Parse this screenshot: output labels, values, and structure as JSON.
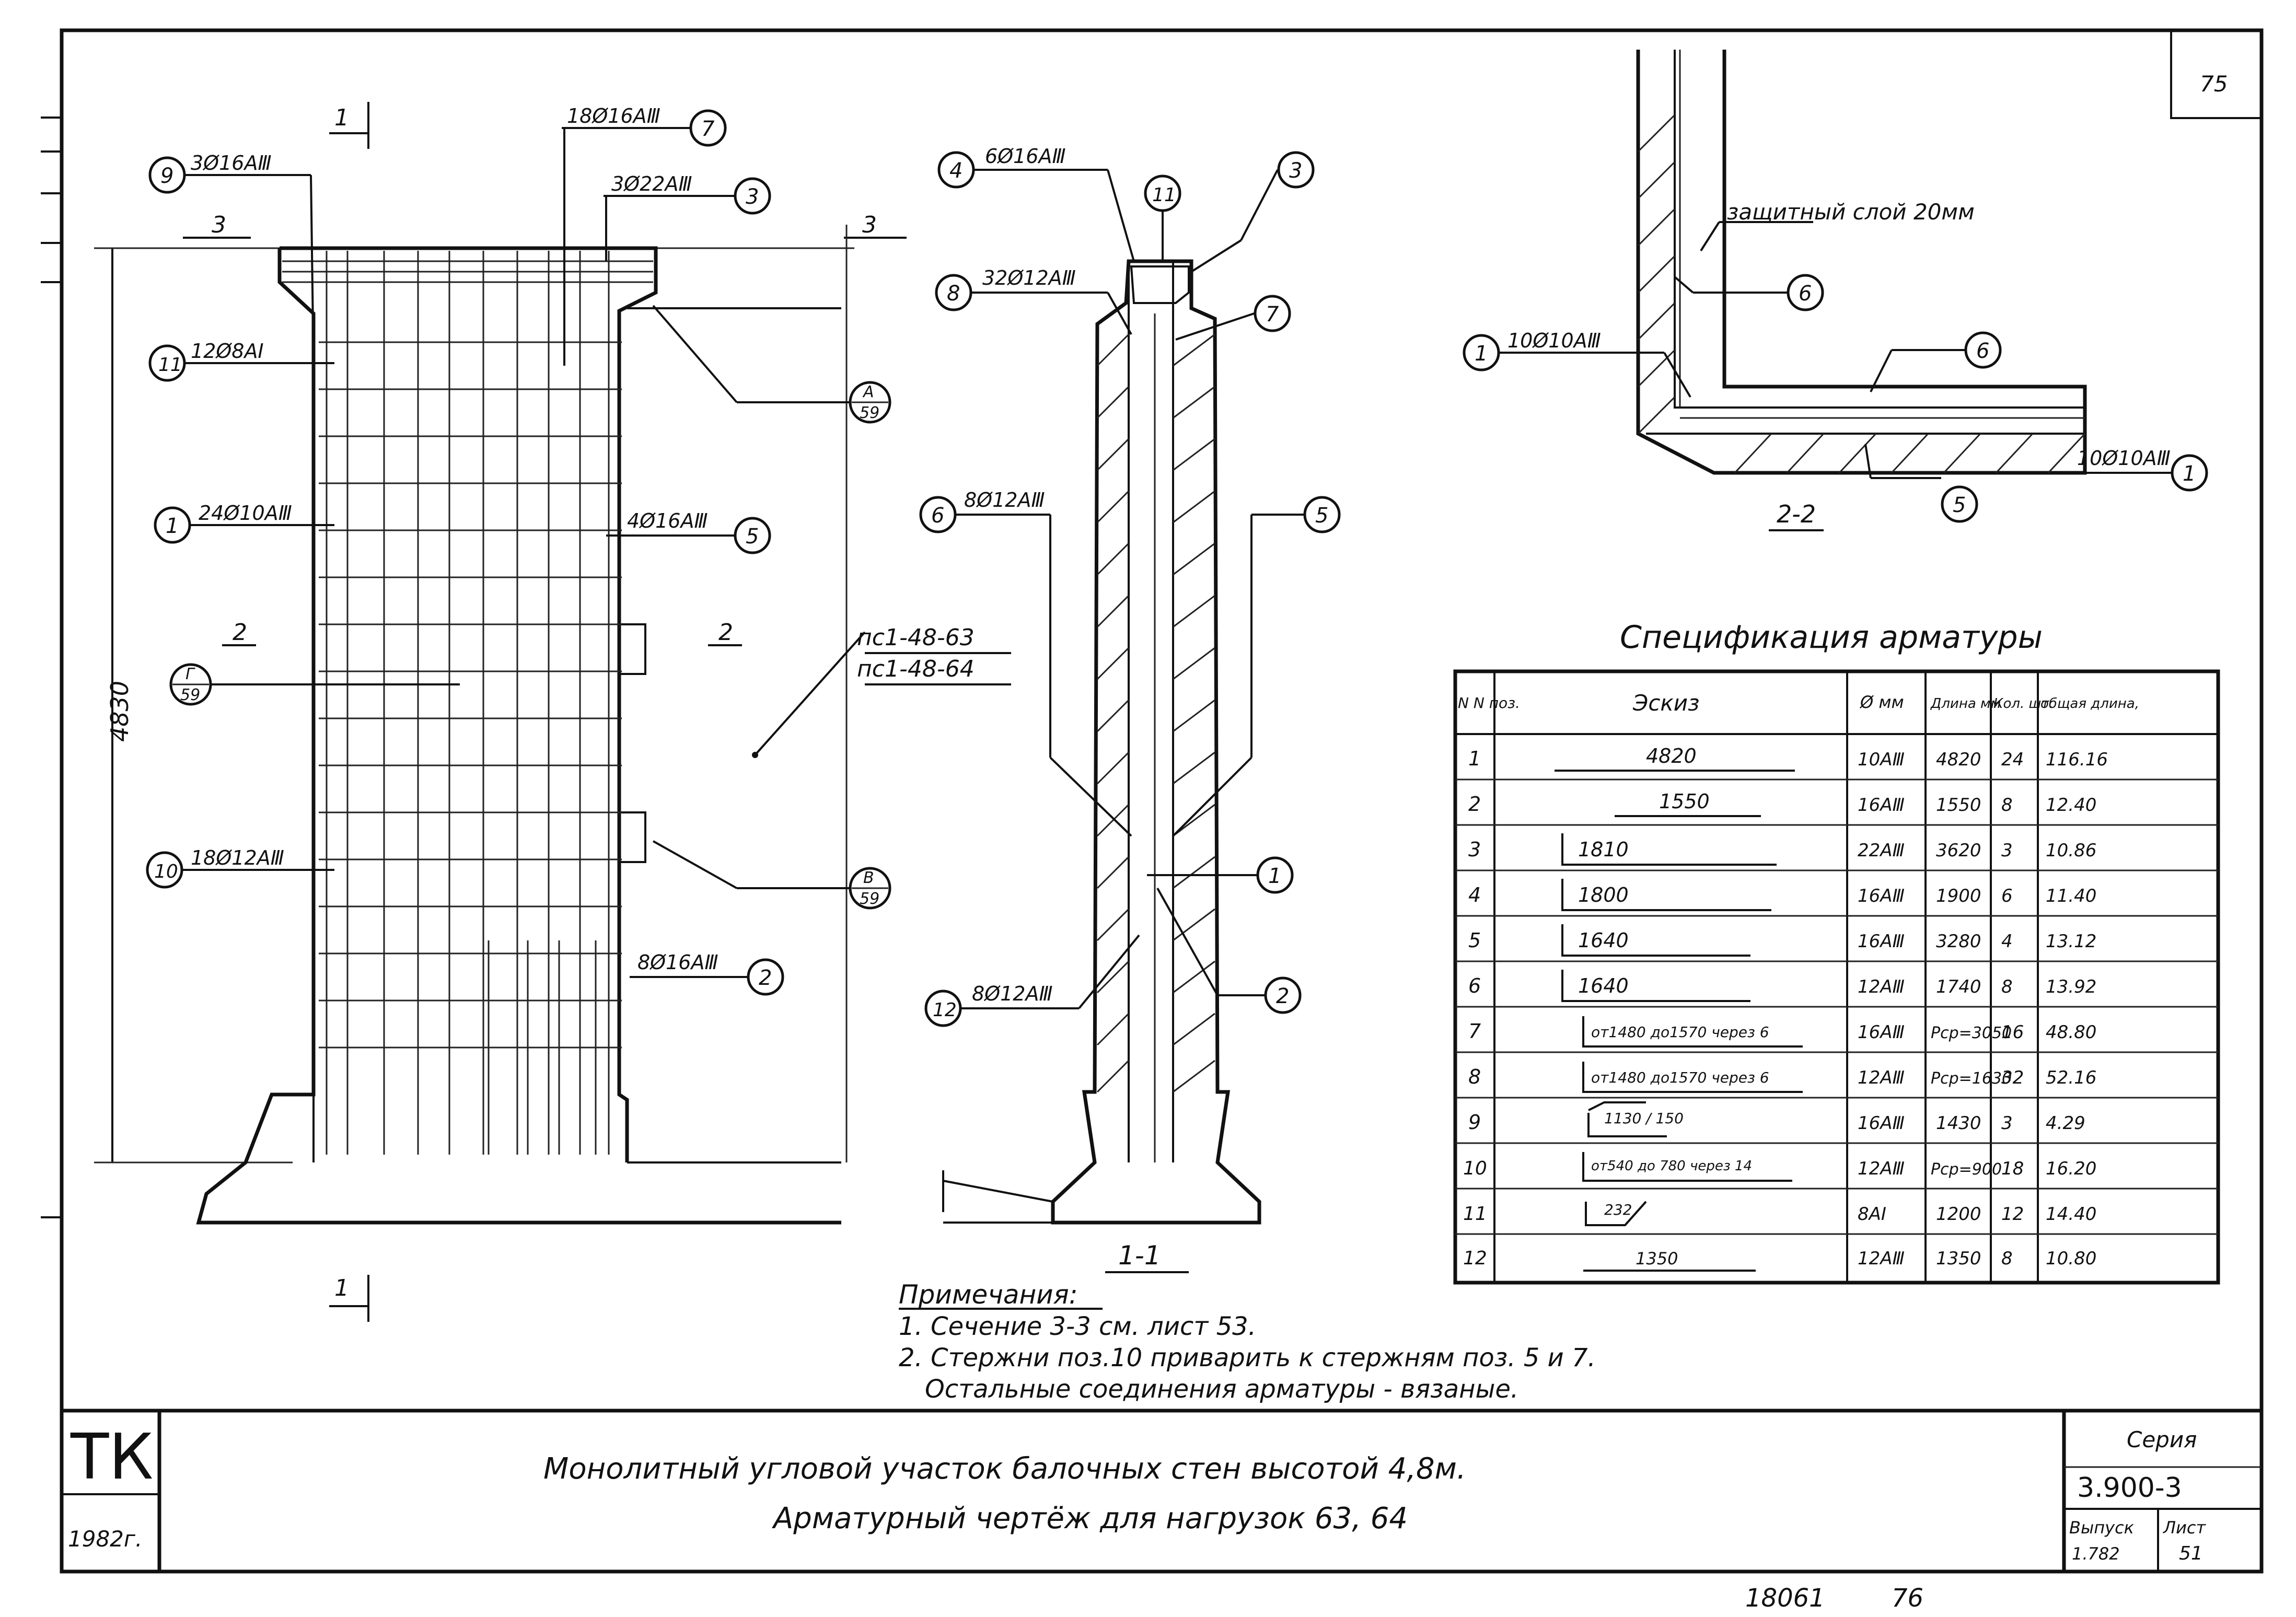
{
  "sheet": {
    "page_number": "75",
    "bottom_note_code": "18061",
    "bottom_note_page": "76"
  },
  "front_view": {
    "section_mark_top": "1",
    "section_mark_bottom": "1",
    "section_3_left": "3",
    "section_3_right": "3",
    "section_2_left": "2",
    "section_2_right": "2",
    "height_dim": "4830",
    "panel_label_1": "пс1-48-63",
    "panel_label_2": "пс1-48-64",
    "callouts": [
      {
        "pos": "9",
        "text": "3Ø16АⅢ"
      },
      {
        "pos": "7",
        "text": "18Ø16АⅢ"
      },
      {
        "pos": "3",
        "text": "3Ø22АⅢ"
      },
      {
        "pos": "11",
        "text": "12Ø8АⅠ"
      },
      {
        "pos": "1",
        "text": "24Ø10АⅢ"
      },
      {
        "pos": "5",
        "text": "4Ø16АⅢ"
      },
      {
        "pos": "10",
        "text": "18Ø12АⅢ"
      },
      {
        "pos": "2",
        "text": "8Ø16АⅢ"
      }
    ],
    "detail_refs": [
      {
        "letter": "А",
        "sheet": "59"
      },
      {
        "letter": "Г",
        "sheet": "59"
      },
      {
        "letter": "В",
        "sheet": "59"
      }
    ]
  },
  "section_1_1": {
    "title": "1-1",
    "callouts": [
      {
        "pos": "4",
        "text": "6Ø16АⅢ"
      },
      {
        "pos": "8",
        "text": "32Ø12АⅢ"
      },
      {
        "pos": "6",
        "text": "8Ø12АⅢ"
      },
      {
        "pos": "12",
        "text": "8Ø12АⅢ"
      },
      {
        "pos": "11",
        "text": ""
      },
      {
        "pos": "3",
        "text": ""
      },
      {
        "pos": "7",
        "text": ""
      },
      {
        "pos": "5",
        "text": ""
      },
      {
        "pos": "1",
        "text": ""
      },
      {
        "pos": "2",
        "text": ""
      }
    ]
  },
  "section_2_2": {
    "title": "2-2",
    "cover_note": "защитный слой 20мм",
    "callouts": [
      {
        "pos": "1",
        "text": "10Ø10АⅢ"
      },
      {
        "pos": "6",
        "text": ""
      },
      {
        "pos": "6",
        "text": ""
      },
      {
        "pos": "5",
        "text": ""
      },
      {
        "pos": "1",
        "text": "10Ø10АⅢ"
      }
    ]
  },
  "spec_table": {
    "title": "Спецификация арматуры",
    "headers": [
      "N N поз.",
      "Эскиз",
      "Ø мм",
      "Длина мм",
      "Кол. шт.",
      "общая длина,"
    ],
    "rows": [
      [
        "1",
        "4820",
        "10АⅢ",
        "4820",
        "24",
        "116.16"
      ],
      [
        "2",
        "1550",
        "16АⅢ",
        "1550",
        "8",
        "12.40"
      ],
      [
        "3",
        "1810",
        "22АⅢ",
        "3620",
        "3",
        "10.86"
      ],
      [
        "4",
        "1800",
        "16АⅢ",
        "1900",
        "6",
        "11.40"
      ],
      [
        "5",
        "1640",
        "16АⅢ",
        "3280",
        "4",
        "13.12"
      ],
      [
        "6",
        "1640",
        "12АⅢ",
        "1740",
        "8",
        "13.92"
      ],
      [
        "7",
        "от1480 до1570 через 6",
        "16АⅢ",
        "Pср=3050",
        "16",
        "48.80"
      ],
      [
        "8",
        "от1480 до1570 через 6",
        "12АⅢ",
        "Pср=1630",
        "32",
        "52.16"
      ],
      [
        "9",
        "1130 / 150",
        "16АⅢ",
        "1430",
        "3",
        "4.29"
      ],
      [
        "10",
        "от540 до 780 через 14",
        "12АⅢ",
        "Pср=900",
        "18",
        "16.20"
      ],
      [
        "11",
        "232",
        "8АⅠ",
        "1200",
        "12",
        "14.40"
      ],
      [
        "12",
        "1350",
        "12АⅢ",
        "1350",
        "8",
        "10.80"
      ]
    ]
  },
  "notes": {
    "heading": "Примечания:",
    "lines": [
      "1. Сечение 3-3 см. лист 53.",
      "2. Стержни поз.10 приварить к стержням поз. 5 и 7.",
      "Остальные соединения арматуры - вязаные."
    ]
  },
  "title_block": {
    "logo": "ТК",
    "year": "1982г.",
    "title_line1": "Монолитный угловой участок балочных стен высотой 4,8м.",
    "title_line2": "Арматурный чертёж для нагрузок 63, 64",
    "series_label": "Серия",
    "series_value": "3.900-3",
    "issue_label": "Выпуск",
    "issue_value": "1.782",
    "sheet_label": "Лист",
    "sheet_value": "51"
  }
}
